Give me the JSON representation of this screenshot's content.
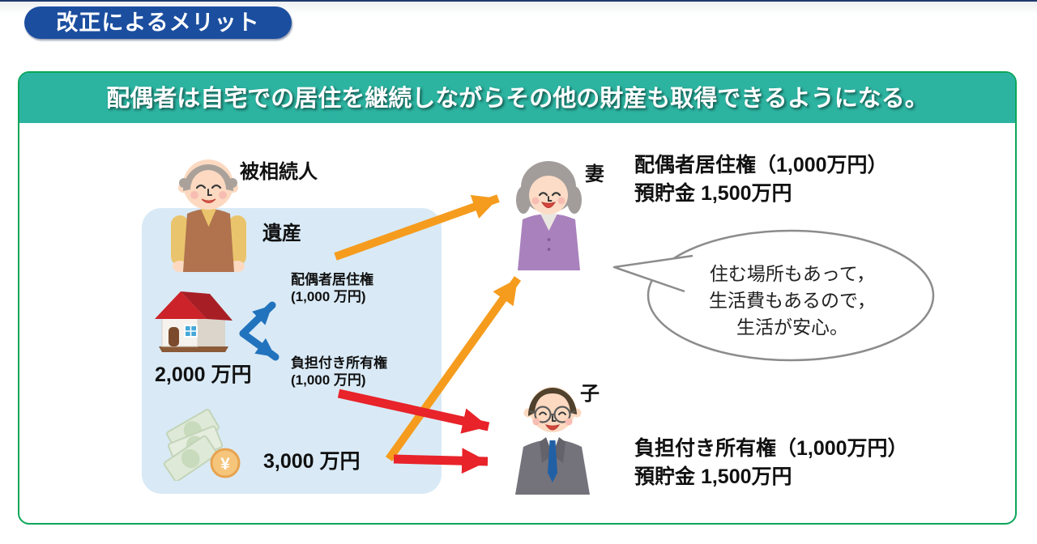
{
  "badge": {
    "label": "改正によるメリット"
  },
  "header": {
    "title": "配偶者は自宅での居住を継続しながらその他の財産も取得できるようになる。"
  },
  "estate": {
    "label": "遺産"
  },
  "people": {
    "deceased": {
      "label": "被相続人"
    },
    "wife": {
      "label": "妻"
    },
    "child": {
      "label": "子"
    }
  },
  "assets": {
    "house": {
      "value": "2,000 万円"
    },
    "savings": {
      "value": "3,000 万円",
      "coin_symbol": "¥",
      "note_symbol": "¥"
    }
  },
  "split": {
    "residence": {
      "line1": "配偶者居住権",
      "line2": "(1,000 万円)"
    },
    "ownership": {
      "line1": "負担付き所有権",
      "line2": "(1,000 万円)"
    }
  },
  "outcome": {
    "wife": {
      "line1": "配偶者居住権（1,000万円）",
      "line2": "預貯金 1,500万円"
    },
    "child": {
      "line1": "負担付き所有権（1,000万円）",
      "line2": "預貯金 1,500万円"
    }
  },
  "bubble": {
    "line1": "住む場所もあって，",
    "line2": "生活費もあるので，",
    "line3": "生活が安心。"
  },
  "colors": {
    "badge_bg": "#1b4e9f",
    "header_bg": "#2cb4a1",
    "panel_border": "#0ba65a",
    "estate_bg": "#d9eaf6",
    "orange_arrow": "#F59C1E",
    "red_arrow": "#E8232A",
    "blue_arrow": "#2273BD"
  }
}
